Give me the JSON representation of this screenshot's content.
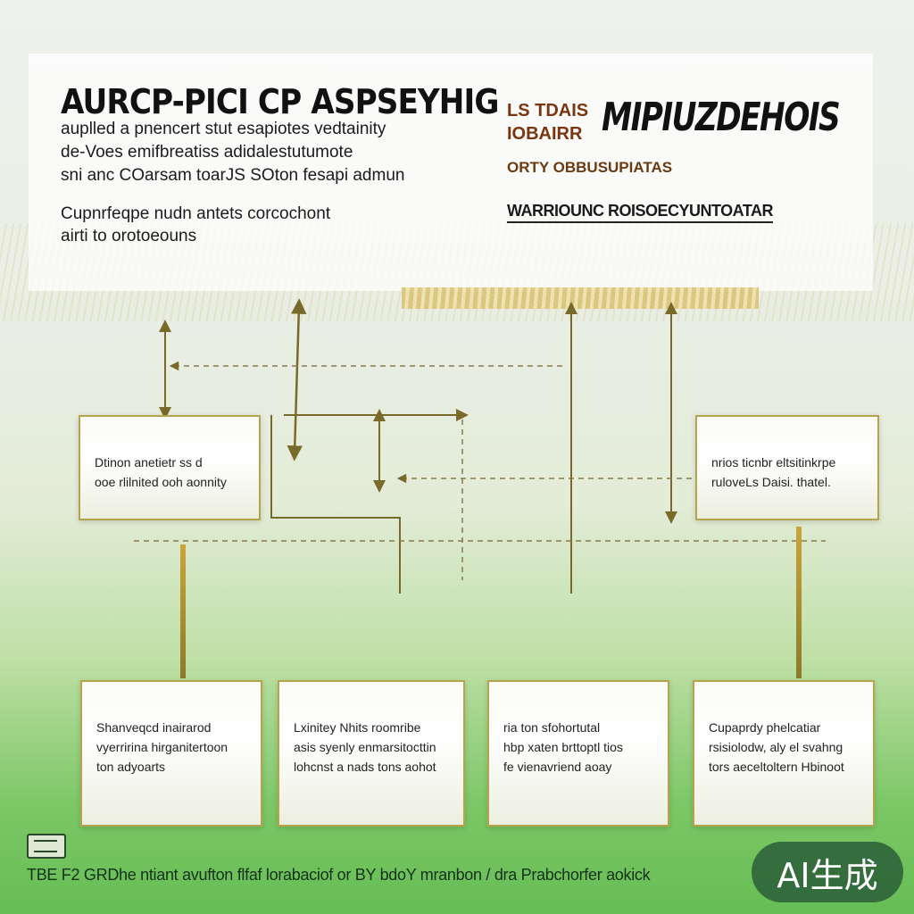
{
  "header": {
    "title_left": "AURCP-PICI CP ASPSEYHIG",
    "desc_lines": [
      "auplled a pnencert stut esapiotes vedtainity",
      "de-Voes emifbreatiss adidalestutumote",
      "sni anc COarsam toarJS SOton fesapi admun"
    ],
    "note_lines": [
      "Cupnrfeqpe nudn antets corcochont",
      "airti to orotoeouns"
    ],
    "tag_lines": [
      "LS TDAIS",
      "IOBAIRR"
    ],
    "title_right": "MIPIUZDEHOIS",
    "subtitle_right": "ORTY OBBUSUPIATAS",
    "link_right": "WARRIOUNC ROISOECYUNTOATAR"
  },
  "cards": {
    "a": [
      "Dtinon anetietr ss d",
      "ooe rlilnited ooh aonnity"
    ],
    "b": [
      "nrios ticnbr eltsitinkrpe",
      "ruloveLs Daisi. thatel."
    ],
    "c": [
      "Shanveqcd inairarod",
      "vyerririna hirganitertoon",
      "ton adyoarts"
    ],
    "d": [
      "Lxinitey Nhits roomribe",
      "asis syenly enmarsitocttin",
      "lohcnst a nads tons aohot"
    ],
    "e": [
      "ria ton sfohortutal",
      "hbp xaten brttoptl tios",
      "fe vienavriend aoay"
    ],
    "f": [
      "Cupaprdy phelcatiar",
      "rsisiolodw, aly el svahng",
      "tors aeceltoltern Hbinoot"
    ]
  },
  "footer": {
    "caption": "TBE F2 GRDhe ntiant avufton  flfaf lorabaciof or BY bdoY mranbon / dra  Prabchorfer aokick",
    "badge": "AI生成"
  },
  "colors": {
    "accent": "#b7a24e",
    "connector": "#7a6a2a",
    "badge_bg": "#285a37"
  }
}
